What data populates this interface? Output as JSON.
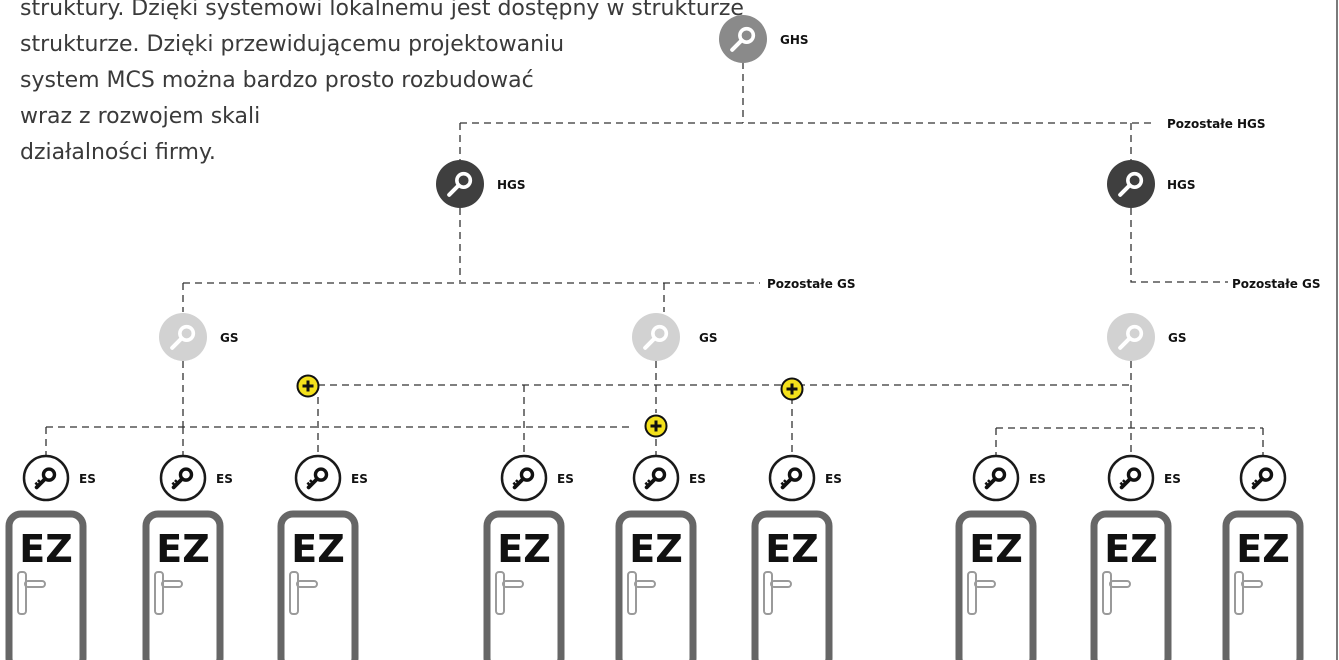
{
  "intro_lines": [
    "struktury. Dzięki systemowi lokalnemu jest dostępny w strukturze",
    "strukturze. Dzięki przewidującemu projektowaniu",
    "system MCS można bardzo prosto rozbudować",
    "wraz z rozwojem skali",
    "działalności firmy."
  ],
  "labels": {
    "ghs": "GHS",
    "hgs": "HGS",
    "gs": "GS",
    "es": "ES",
    "ez": "EZ",
    "other_hgs": "Pozostałe HGS",
    "other_gs": "Pozostałe GS"
  },
  "colors": {
    "ghs": "#8a8a8a",
    "hgs": "#3f3f3f",
    "gs": "#d2d2d2",
    "es_ring": "#1a1a1a",
    "plus": "#f4e11c",
    "door_frame": "#666666"
  },
  "icons": {
    "master_key": "key-icon",
    "es_key": "key-icon",
    "plus": "plus-icon",
    "door": "door-icon",
    "handle": "door-handle-icon"
  },
  "tree": {
    "ghs": {
      "label": "GHS",
      "children_visible": 2,
      "more_siblings": "Pozostałe HGS"
    },
    "hgs": [
      {
        "label": "HGS",
        "gs_count": 2,
        "more_siblings": "Pozostałe GS"
      },
      {
        "label": "HGS",
        "gs_count": 1,
        "more_siblings": "Pozostałe GS"
      }
    ],
    "gs": [
      {
        "label": "GS",
        "es_count": 3
      },
      {
        "label": "GS",
        "es_count": 3
      },
      {
        "label": "GS",
        "es_count": 3
      }
    ],
    "es": [
      {
        "label": "ES",
        "door": "EZ"
      },
      {
        "label": "ES",
        "door": "EZ"
      },
      {
        "label": "ES",
        "door": "EZ"
      },
      {
        "label": "ES",
        "door": "EZ"
      },
      {
        "label": "ES",
        "door": "EZ"
      },
      {
        "label": "ES",
        "door": "EZ"
      },
      {
        "label": "ES",
        "door": "EZ"
      },
      {
        "label": "ES",
        "door": "EZ"
      },
      {
        "label": "",
        "door": "EZ"
      }
    ],
    "added_locks": 3
  }
}
